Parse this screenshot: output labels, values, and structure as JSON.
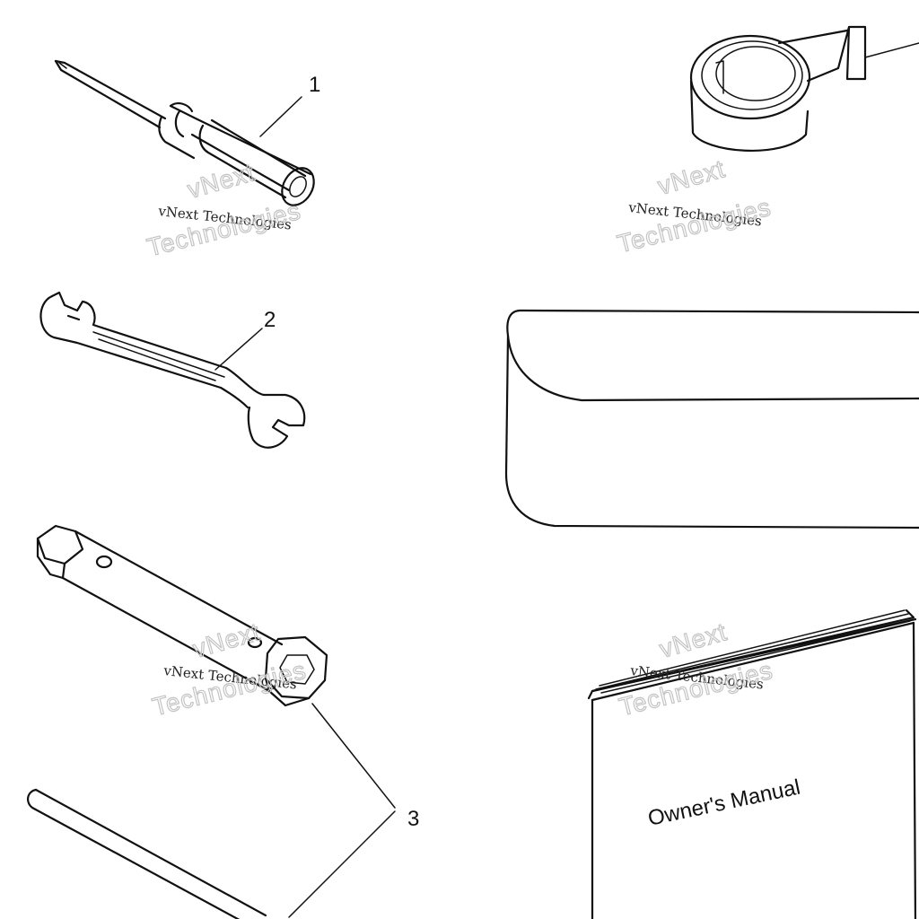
{
  "callouts": {
    "screwdriver": "1",
    "wrench": "2",
    "spark_plug_tool": "3"
  },
  "manual": {
    "title": "Owner's Manual"
  },
  "watermark": {
    "small": "vNext Technologies",
    "big_top": "vNext",
    "big_bottom": "Technologies"
  },
  "colors": {
    "ink": "#111111",
    "watermark": "#c4c4c4",
    "background": "#ffffff"
  }
}
